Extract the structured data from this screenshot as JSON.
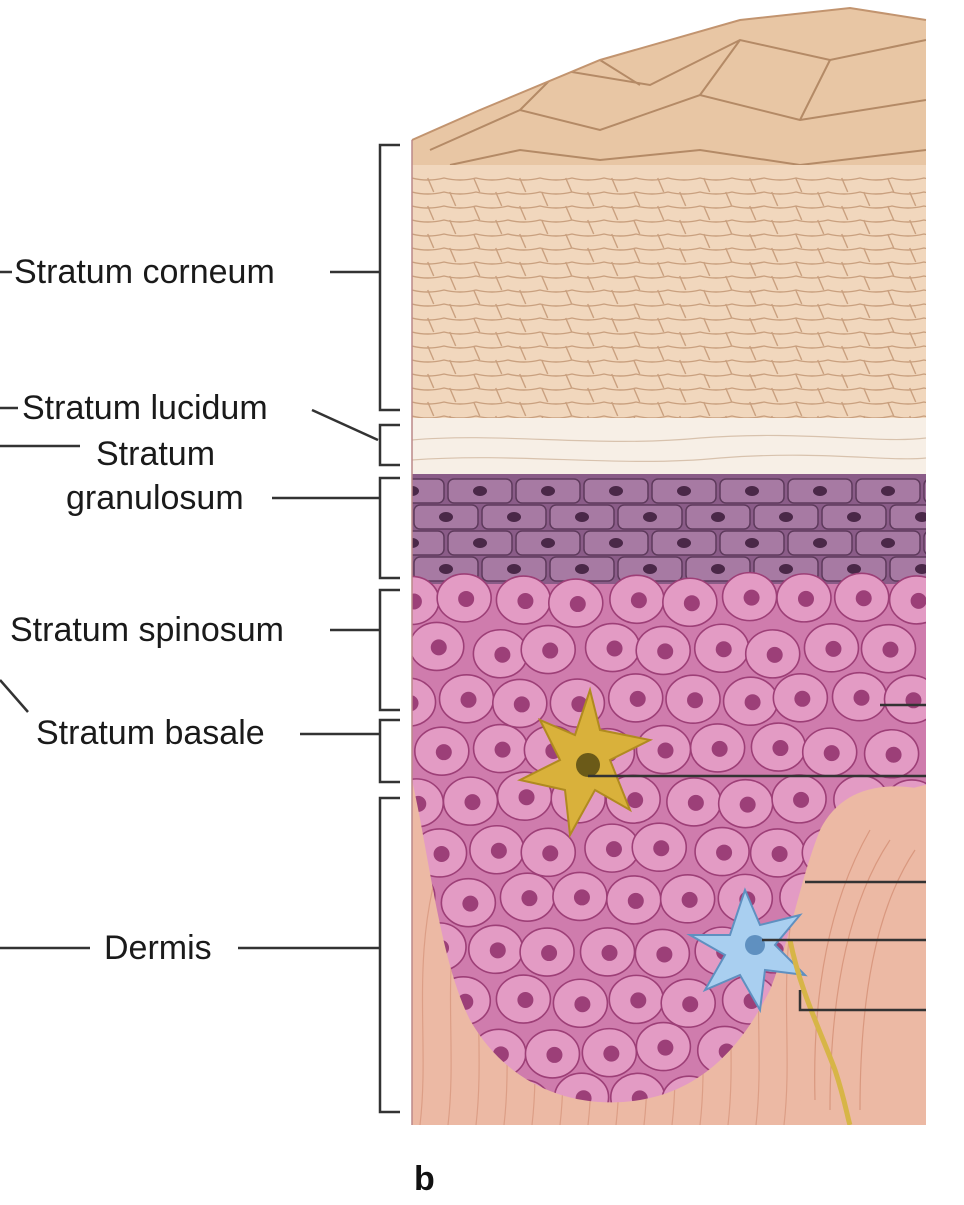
{
  "labels": {
    "corneum": "Stratum corneum",
    "lucidum": "Stratum lucidum",
    "granulosum_line1": "Stratum",
    "granulosum_line2": "granulosum",
    "spinosum": "Stratum spinosum",
    "basale": "Stratum basale",
    "dermis": "Dermis"
  },
  "panel_letter": "b",
  "colors": {
    "corneum": "#f1d7bd",
    "corneum_lines": "#c9a07f",
    "lucidum": "#f7efe6",
    "granulosum": "#8a5c88",
    "granulosum_cells": "#a77aa3",
    "spinosum": "#d886b6",
    "cell_nucleus": "#9c3f78",
    "melanocyte": "#d9b13b",
    "langerhans": "#a9cff0",
    "dermis": "#ecb9a4",
    "nerve": "#d7b547",
    "bracket": "#333333"
  }
}
